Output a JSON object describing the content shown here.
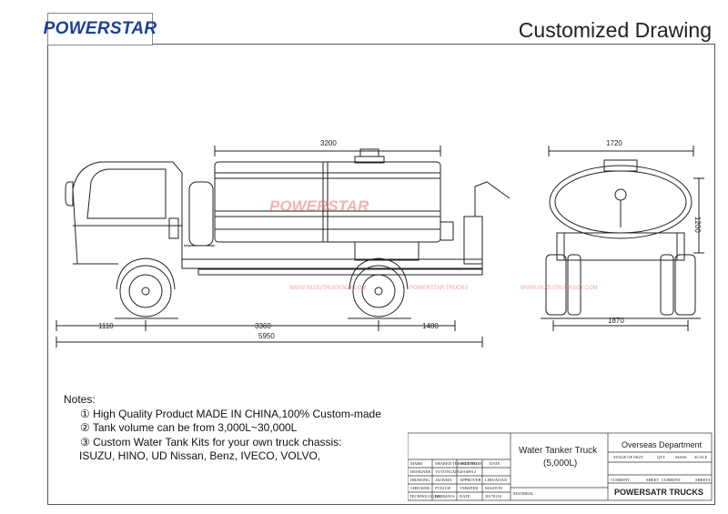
{
  "logo": {
    "text": "POWERSTAR"
  },
  "title": "Customized Drawing",
  "watermark": {
    "brand": "POWERSTAR",
    "url": "WWW.ISUZUTRUCKSGY.COM",
    "trucks": "POWERSTAR TRUCKS"
  },
  "dimensions": {
    "tank_length": "3200",
    "front_overhang": "1110",
    "wheelbase": "3360",
    "rear_overhang": "1480",
    "overall_length": "5950",
    "tank_width": "1720",
    "tank_height": "1200",
    "overall_width": "1870"
  },
  "notes": {
    "heading": "Notes:",
    "items": [
      "① High Quality Product MADE IN CHINA,100% Custom-made",
      "② Tank volume can be from 3,000L~30,000L",
      "③ Custom Water Tank Kits for your own truck chassis:"
    ],
    "brands": "ISUZU, HINO, UD Nissan, Benz, IVECO, VOLVO,"
  },
  "title_block": {
    "product_name": "Water Tanker Truck",
    "product_volume": "(5,000L)",
    "department": "Overseas Department",
    "company": "POWERSATR TRUCKS",
    "material": "MATERIAL",
    "row_headers": [
      "DESIGNER",
      "DRAWING",
      "CHECKER",
      "TECHNOLOGIST"
    ],
    "row_names": [
      "YUTONGXIN",
      "JACKMA",
      "FTZ2130",
      "GERMAYS"
    ],
    "row_roles": [
      "SIGNATURE",
      "APPROVER",
      "VERIFIER",
      "DATE"
    ],
    "row_values": [
      "20160912",
      "LIHUATIAN",
      "MASTON",
      "20170110"
    ],
    "header_row": [
      "MARK",
      "SHARED THE FILE NO.",
      "SIGNATURE",
      "DATE"
    ],
    "stage_row": [
      "STAGE OF SIGN",
      "QTY",
      "MASS",
      "SCALE"
    ],
    "sheet_row": [
      "CURRENT",
      "SHEET",
      "CURRENT",
      "SHEETS"
    ]
  }
}
